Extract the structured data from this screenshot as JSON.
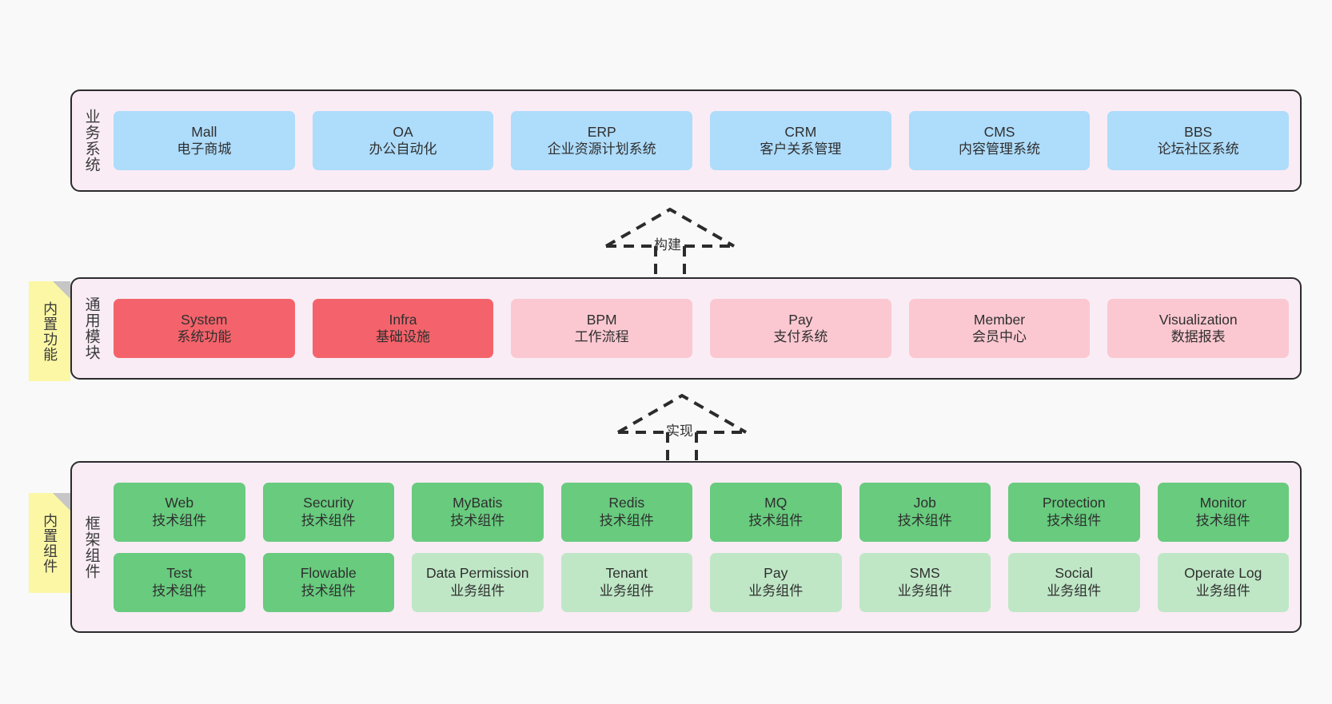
{
  "diagram": {
    "background_color": "#f9f9f9",
    "layer_fill": "#f9ecf5",
    "note_fill": "#fbf7a4"
  },
  "layers": [
    {
      "id": "business",
      "title": "业务系统",
      "rows": [
        {
          "cards": [
            {
              "title": "Mall",
              "sub": "电子商城",
              "color": "#aedcfb"
            },
            {
              "title": "OA",
              "sub": "办公自动化",
              "color": "#aedcfb"
            },
            {
              "title": "ERP",
              "sub": "企业资源计划系统",
              "color": "#aedcfb"
            },
            {
              "title": "CRM",
              "sub": "客户关系管理",
              "color": "#aedcfb"
            },
            {
              "title": "CMS",
              "sub": "内容管理系统",
              "color": "#aedcfb"
            },
            {
              "title": "BBS",
              "sub": "论坛社区系统",
              "color": "#aedcfb"
            }
          ]
        }
      ]
    },
    {
      "id": "common",
      "title": "通用模块",
      "note": "内置功能",
      "rows": [
        {
          "cards": [
            {
              "title": "System",
              "sub": "系统功能",
              "color": "#f4636b"
            },
            {
              "title": "Infra",
              "sub": "基础设施",
              "color": "#f4636b"
            },
            {
              "title": "BPM",
              "sub": "工作流程",
              "color": "#fbc8d1"
            },
            {
              "title": "Pay",
              "sub": "支付系统",
              "color": "#fbc8d1"
            },
            {
              "title": "Member",
              "sub": "会员中心",
              "color": "#fbc8d1"
            },
            {
              "title": "Visualization",
              "sub": "数据报表",
              "color": "#fbc8d1"
            }
          ]
        }
      ]
    },
    {
      "id": "frame",
      "title": "框架组件",
      "note": "内置组件",
      "rows": [
        {
          "cards": [
            {
              "title": "Web",
              "sub": "技术组件",
              "color": "#68cb7e"
            },
            {
              "title": "Security",
              "sub": "技术组件",
              "color": "#68cb7e"
            },
            {
              "title": "MyBatis",
              "sub": "技术组件",
              "color": "#68cb7e"
            },
            {
              "title": "Redis",
              "sub": "技术组件",
              "color": "#68cb7e"
            },
            {
              "title": "MQ",
              "sub": "技术组件",
              "color": "#68cb7e"
            },
            {
              "title": "Job",
              "sub": "技术组件",
              "color": "#68cb7e"
            },
            {
              "title": "Protection",
              "sub": "技术组件",
              "color": "#68cb7e"
            },
            {
              "title": "Monitor",
              "sub": "技术组件",
              "color": "#68cb7e"
            }
          ]
        },
        {
          "cards": [
            {
              "title": "Test",
              "sub": "技术组件",
              "color": "#68cb7e"
            },
            {
              "title": "Flowable",
              "sub": "技术组件",
              "color": "#68cb7e"
            },
            {
              "title": "Data Permission",
              "sub": "业务组件",
              "color": "#bfe7c6"
            },
            {
              "title": "Tenant",
              "sub": "业务组件",
              "color": "#bfe7c6"
            },
            {
              "title": "Pay",
              "sub": "业务组件",
              "color": "#bfe7c6"
            },
            {
              "title": "SMS",
              "sub": "业务组件",
              "color": "#bfe7c6"
            },
            {
              "title": "Social",
              "sub": "业务组件",
              "color": "#bfe7c6"
            },
            {
              "title": "Operate Log",
              "sub": "业务组件",
              "color": "#bfe7c6"
            }
          ]
        }
      ]
    }
  ],
  "arrows": [
    {
      "id": "build",
      "label": "构建"
    },
    {
      "id": "implement",
      "label": "实现"
    }
  ]
}
